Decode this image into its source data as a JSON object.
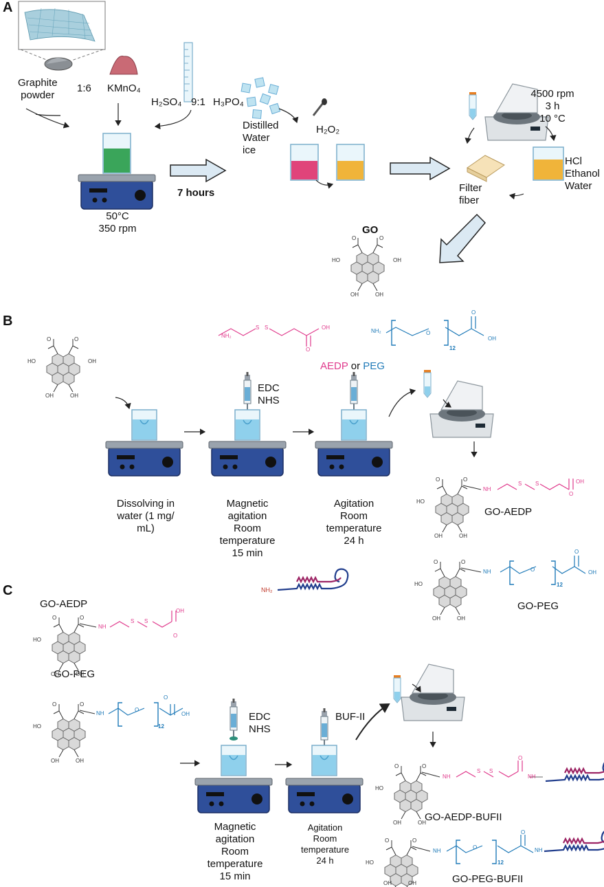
{
  "panels": {
    "a": "A",
    "b": "B",
    "c": "C"
  },
  "panelA": {
    "graphite": "Graphite\npowder",
    "ratio1": "1:6",
    "kmno4": "KMnO₄",
    "h2so4": "H₂SO₄",
    "ratio2": "9:1",
    "h3po4": "H₃PO₄",
    "ice": "Distilled\nWater\nice",
    "h2o2": "H₂O₂",
    "duration": "7 hours",
    "conditions": "50°C\n350 rpm",
    "centrifuge": "4500 rpm\n3 h\n10 °C",
    "wash": "HCl\nEthanol\nWater",
    "filter": "Filter\nfiber",
    "product": "GO"
  },
  "panelB": {
    "linkers_and": "or",
    "aedp": "AEDP",
    "peg": "PEG",
    "reagents": "EDC\nNHS",
    "step1": "Dissolving in\nwater (1 mg/\nmL)",
    "step2": "Magnetic\nagitation\nRoom\ntemperature\n15 min",
    "step3": "Agitation\nRoom\ntemperature\n24 h",
    "product1": "GO-AEDP",
    "product2": "GO-PEG"
  },
  "panelC": {
    "input1": "GO-AEDP",
    "input2": "GO-PEG",
    "reagents": "EDC\nNHS",
    "aptamer": "BUF-II",
    "step1": "Magnetic\nagitation\nRoom\ntemperature\n15 min",
    "step2": "Agitation\nRoom\ntemperature\n24 h",
    "product1": "GO-AEDP-BUFII",
    "product2": "GO-PEG-BUFII"
  },
  "chem": {
    "oh": "OH",
    "ho": "HO",
    "o": "O",
    "s": "S",
    "nh": "NH",
    "nh2": "NH₂",
    "n12": "12"
  },
  "colors": {
    "aedp": "#e03a8c",
    "peg": "#1f7ab8",
    "aptamer": "#1f3c8c",
    "aptamer_tip": "#9c2464",
    "arrowFill": "#dbe9f3"
  }
}
